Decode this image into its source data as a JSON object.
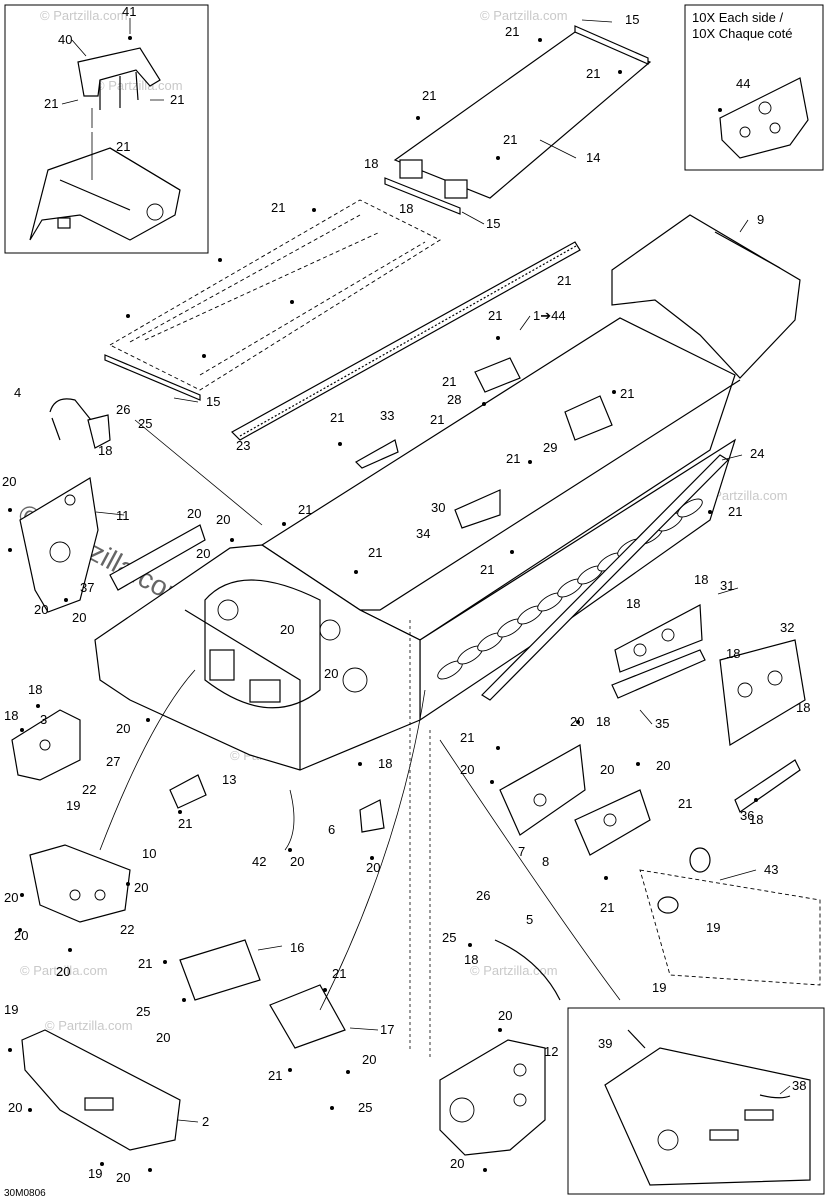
{
  "diagram_code": "30M0806",
  "watermark": "© Partzilla.com",
  "callout_box_note": [
    "10X Each side /",
    "10X Chaque coté"
  ],
  "part_labels": {
    "p41": "41",
    "p40": "40",
    "p21": "21",
    "p15": "15",
    "p14": "14",
    "p18": "18",
    "p9": "9",
    "p1_44": "1➔44",
    "p44": "44",
    "p4": "4",
    "p26": "26",
    "p25": "25",
    "p33": "33",
    "p28": "28",
    "p29": "29",
    "p24": "24",
    "p23": "23",
    "p20": "20",
    "p11": "11",
    "p30": "30",
    "p34": "34",
    "p37": "37",
    "p31": "31",
    "p32": "32",
    "p35": "35",
    "p3": "3",
    "p27": "27",
    "p22": "22",
    "p19": "19",
    "p13": "13",
    "p36": "36",
    "p6": "6",
    "p42": "42",
    "p7": "7",
    "p8": "8",
    "p10": "10",
    "p16": "16",
    "p17": "17",
    "p5": "5",
    "p43": "43",
    "p12": "12",
    "p39": "39",
    "p38": "38",
    "p2": "2"
  }
}
